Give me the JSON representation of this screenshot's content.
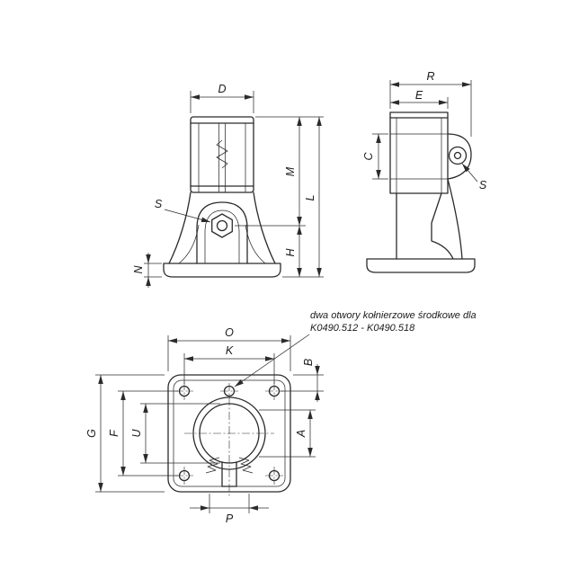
{
  "annotation": {
    "line1": "dwa otwory kołnierzowe środkowe dla",
    "line2": "K0490.512 - K0490.518"
  },
  "views": {
    "front": {
      "labels": {
        "d": "D",
        "m": "M",
        "l": "L",
        "h": "H",
        "n": "N",
        "s": "S"
      }
    },
    "side": {
      "labels": {
        "r": "R",
        "e": "E",
        "c": "C",
        "s": "S"
      }
    },
    "top": {
      "labels": {
        "o": "O",
        "k": "K",
        "b": "B",
        "g": "G",
        "f": "F",
        "u": "U",
        "a": "A",
        "p": "P"
      }
    }
  },
  "colors": {
    "line": "#2b2b2b",
    "background": "#ffffff"
  }
}
